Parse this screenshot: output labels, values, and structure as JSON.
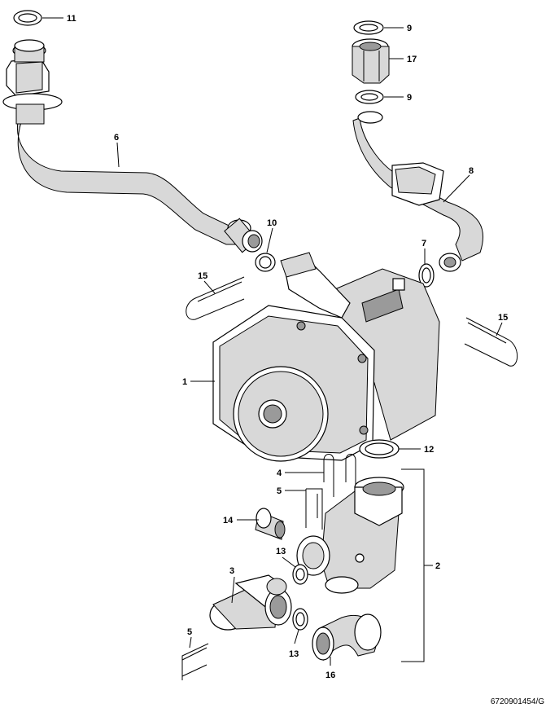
{
  "figure_ref": "6720901454/G",
  "labels": {
    "l11": "11",
    "l9a": "9",
    "l17": "17",
    "l9b": "9",
    "l6": "6",
    "l8": "8",
    "l10": "10",
    "l7": "7",
    "l15a": "15",
    "l15b": "15",
    "l1": "1",
    "l12": "12",
    "l4": "4",
    "l5a": "5",
    "l14": "14",
    "l2": "2",
    "l13a": "13",
    "l3": "3",
    "l5b": "5",
    "l13b": "13",
    "l16": "16"
  }
}
